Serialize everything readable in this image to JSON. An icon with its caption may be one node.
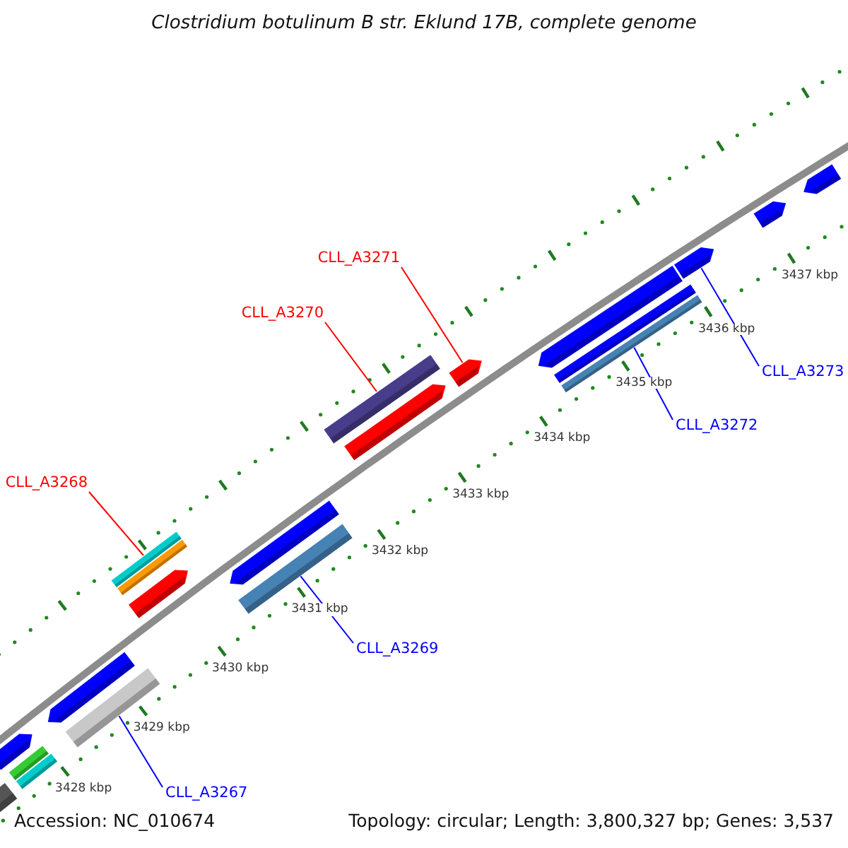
{
  "diagram": {
    "title": "Clostridium botulinum B str. Eklund 17B, complete genome",
    "nodes": [
      {
        "text": [
          "CLL_A3271"
        ]
      },
      {
        "text": [
          "CLL_A3270"
        ]
      },
      {
        "text": [
          "CLL_A3268"
        ]
      },
      {
        "text": [
          "CLL_A3273"
        ]
      },
      {
        "text": [
          "CLL_A3272"
        ]
      },
      {
        "text": [
          "CLL_A3269"
        ]
      },
      {
        "text": [
          "CLL_A3267"
        ]
      },
      {
        "text": [],
        "shape": "bar"
      },
      {
        "text": [],
        "shape": "bar"
      },
      {
        "text": [],
        "shape": "bar"
      },
      {
        "text": [],
        "shape": "bar"
      },
      {
        "text": [],
        "shape": "bar"
      },
      {
        "text": [],
        "shape": "bar"
      },
      {
        "text": [],
        "shape": "bar"
      },
      {
        "text": [],
        "shape": "bar"
      },
      {
        "text": [],
        "shape": "bar"
      },
      {
        "text": [],
        "shape": "bar"
      },
      {
        "text": [],
        "shape": "bar"
      },
      {
        "text": [],
        "shape": "bar"
      },
      {
        "text": [],
        "shape": "bar"
      },
      {
        "text": [],
        "shape": "bar"
      },
      {
        "text": [],
        "shape": "bar"
      },
      {
        "text": [],
        "shape": "bar"
      },
      {
        "text": [],
        "shape": "bar"
      },
      {
        "text": [],
        "shape": "bar"
      },
      {
        "text": [],
        "shape": "bar"
      },
      {
        "text": [],
        "shape": "bar"
      }
    ],
    "edges": [
      {
        "from": 0,
        "to": 20,
        "arrow": "none",
        "color": "#ff0000"
      },
      {
        "from": 1,
        "to": 18,
        "arrow": "none",
        "color": "#ff0000"
      },
      {
        "from": 2,
        "to": 13,
        "arrow": "none",
        "color": "#ff0000"
      },
      {
        "from": 3,
        "to": 24,
        "arrow": "none",
        "color": "#0000ff"
      },
      {
        "from": 4,
        "to": 23,
        "arrow": "none",
        "color": "#0000ff"
      },
      {
        "from": 5,
        "to": 17,
        "arrow": "none",
        "color": "#0000ff"
      },
      {
        "from": 6,
        "to": 12,
        "arrow": "none",
        "color": "#0000ff"
      }
    ],
    "labels": [
      "3437 kbp",
      "3436 kbp",
      "3435 kbp",
      "3434 kbp",
      "3433 kbp",
      "3432 kbp",
      "3431 kbp",
      "3430 kbp",
      "3429 kbp",
      "3428 kbp",
      "Accession: NC_010674",
      "Topology: circular; Length: 3,800,327 bp; Genes: 3,537"
    ]
  }
}
